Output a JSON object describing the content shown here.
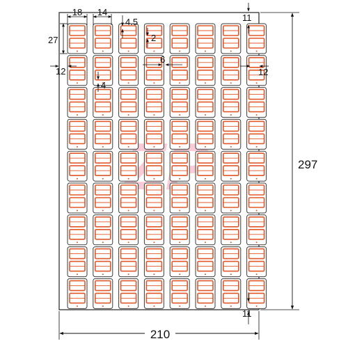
{
  "dimensions": {
    "label_width": "18",
    "inner_width": "14",
    "gap_top_4_5": "4.5",
    "gap_2": "2",
    "label_height": "27",
    "gap_6": "6",
    "margin_left": "12",
    "margin_right": "12",
    "gap_4": "4",
    "margin_top": "11",
    "margin_bottom": "11",
    "sheet_height": "297",
    "sheet_width": "210"
  },
  "grid": {
    "columns": 8,
    "rows": 9
  },
  "watermark": {
    "text": "ZP"
  },
  "colors": {
    "label_outline": "#3a3a3a",
    "label_accent": "#e0582a",
    "watermark": "#f2a0b4",
    "line": "#111111"
  }
}
